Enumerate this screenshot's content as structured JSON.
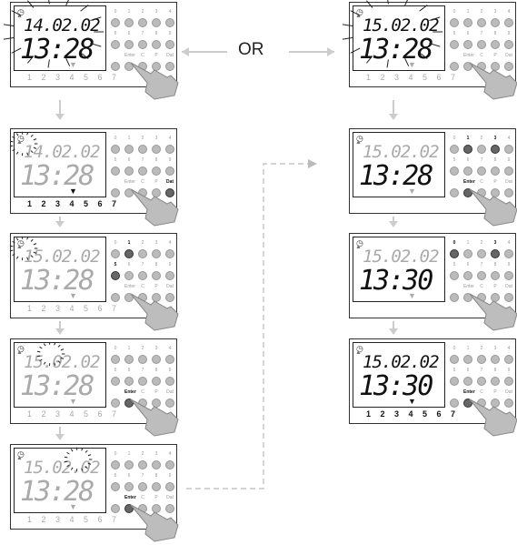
{
  "or_label": "OR",
  "panels": [
    {
      "id": "left-1",
      "date": "14.02.02",
      "time": "13:28",
      "date_dark": true,
      "time_dark": true,
      "days": "1 2 3 4 5 6 7",
      "days_dark": false,
      "active_key": "none",
      "flash": "all"
    },
    {
      "id": "left-2",
      "date": "14.02.02",
      "time": "13:28",
      "date_dark": false,
      "time_dark": false,
      "days": "1 2 3 4 5 6 7",
      "days_dark": true,
      "active_key": "Dat",
      "flash": "day"
    },
    {
      "id": "left-3",
      "date": "15.02.02",
      "time": "13:28",
      "date_dark": false,
      "time_dark": false,
      "days": "1 2 3 4 5 6 7",
      "days_dark": false,
      "active_key": "1,5",
      "flash": "day"
    },
    {
      "id": "left-4",
      "date": "15.02.02",
      "time": "13:28",
      "date_dark": false,
      "time_dark": false,
      "days": "1 2 3 4 5 6 7",
      "days_dark": false,
      "active_key": "Enter",
      "flash": "month"
    },
    {
      "id": "left-5",
      "date": "15.02.02",
      "time": "13:28",
      "date_dark": false,
      "time_dark": false,
      "days": "1 2 3 4 5 6 7",
      "days_dark": false,
      "active_key": "Enter",
      "flash": "year"
    },
    {
      "id": "right-1",
      "date": "15.02.02",
      "time": "13:28",
      "date_dark": true,
      "time_dark": true,
      "days": "1 2 3 4 5 6 7",
      "days_dark": false,
      "active_key": "none",
      "flash": "all"
    },
    {
      "id": "right-2",
      "date": "15.02.02",
      "time": "13:28",
      "date_dark": false,
      "time_dark": true,
      "days": "",
      "days_dark": false,
      "active_key": "1,3,Enter",
      "flash": "none"
    },
    {
      "id": "right-3",
      "date": "15.02.02",
      "time": "13:30",
      "date_dark": false,
      "time_dark": true,
      "days": "",
      "days_dark": false,
      "active_key": "0,3",
      "flash": "none"
    },
    {
      "id": "right-4",
      "date": "15.02.02",
      "time": "13:30",
      "date_dark": true,
      "time_dark": true,
      "days": "1 2 3 4 5 6 7",
      "days_dark": true,
      "active_key": "Enter",
      "flash": "none"
    }
  ],
  "key_labels": {
    "row1": [
      "0",
      "1",
      "2",
      "3",
      "4"
    ],
    "row2": [
      "5",
      "6",
      "7",
      "8",
      "9"
    ],
    "row3": [
      "",
      "Enter",
      "C",
      "P",
      "Dat"
    ]
  }
}
